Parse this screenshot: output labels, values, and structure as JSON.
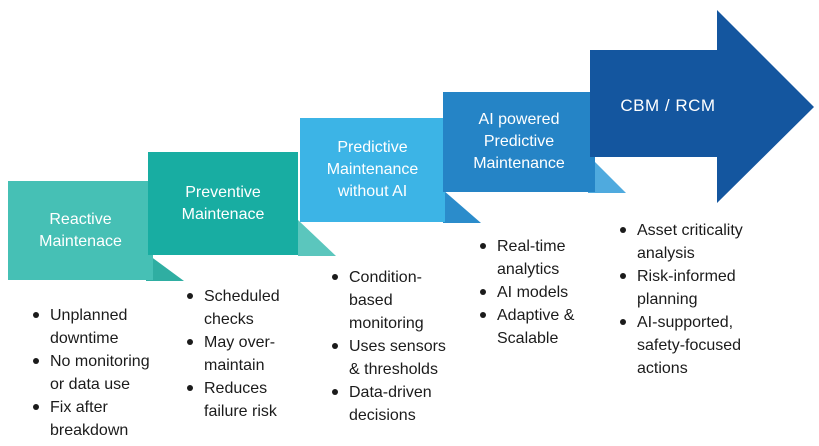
{
  "diagram": {
    "text_color": "#FFFFFF",
    "bullet_text_color": "#1B1B1B",
    "steps": [
      {
        "title": "Reactive\nMaintenace",
        "color": "#46C0B5",
        "fold_color": "#2FAEA2",
        "bullets": [
          "Unplanned\ndowntime",
          "No monitoring\nor data use",
          "Fix after\nbreakdown"
        ]
      },
      {
        "title": "Preventive\nMaintenace",
        "color": "#18ADA2",
        "fold_color": "#5BC6BD",
        "bullets": [
          "Scheduled\nchecks",
          "May over-\nmaintain",
          "Reduces\nfailure risk"
        ]
      },
      {
        "title": "Predictive\nMaintenance\nwithout AI",
        "color": "#3CB4E6",
        "fold_color": "#2B8CCB",
        "bullets": [
          "Condition-\nbased\nmonitoring",
          "Uses sensors\n& thresholds",
          "Data-driven\ndecisions"
        ]
      },
      {
        "title": "AI powered\nPredictive\nMaintenance",
        "color": "#2584C6",
        "fold_color": "#4FAADE",
        "bullets": [
          "Real-time\nanalytics",
          "AI models",
          "Adaptive &\nScalable"
        ]
      },
      {
        "title": "CBM / RCM",
        "color": "#14569F",
        "bullets": [
          "Asset criticality\nanalysis",
          "Risk-informed\nplanning",
          "AI-supported,\nsafety-focused\nactions"
        ]
      }
    ]
  }
}
